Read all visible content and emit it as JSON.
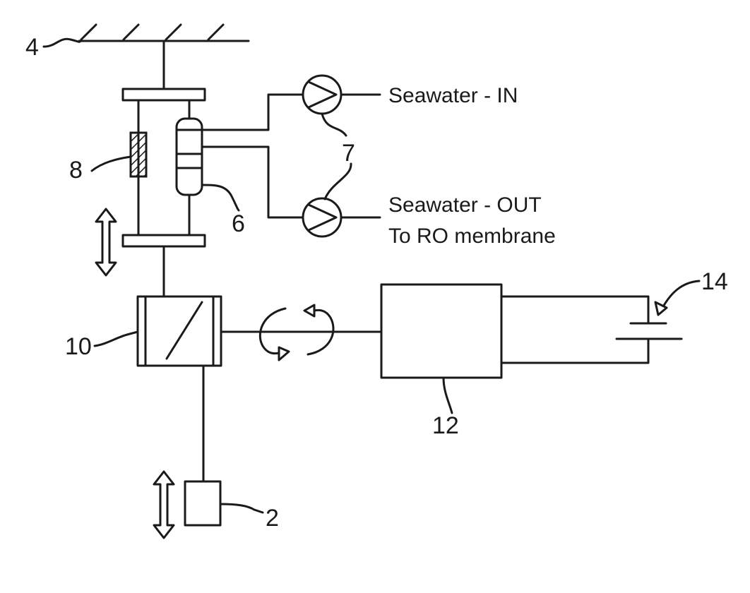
{
  "labels": {
    "ref_2": "2",
    "ref_4": "4",
    "ref_6": "6",
    "ref_7": "7",
    "ref_8": "8",
    "ref_10": "10",
    "ref_12": "12",
    "ref_14": "14",
    "seawater_in": "Seawater - IN",
    "seawater_out": "Seawater - OUT",
    "to_ro_membrane": "To RO membrane"
  },
  "colors": {
    "line": "#1a1a1a",
    "background": "#ffffff"
  },
  "icons": {
    "pump_in": "pump-icon",
    "pump_out": "pump-icon",
    "battery": "capacitor-icon",
    "rotation": "rotation-arrows-icon",
    "vertical_motion": "double-arrow-icon"
  }
}
